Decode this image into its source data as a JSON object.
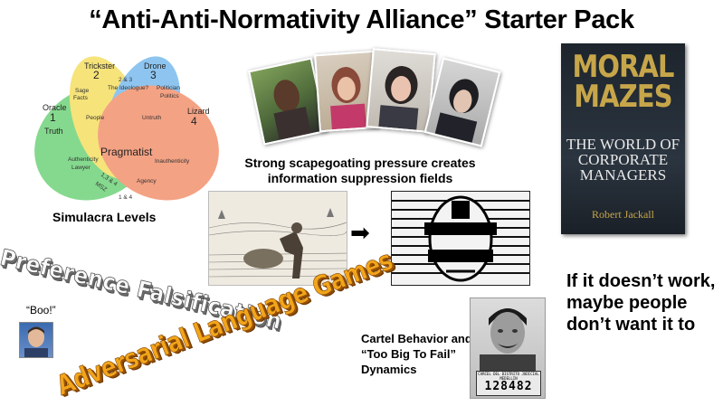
{
  "title": "“Anti-Anti-Normativity Alliance” Starter Pack",
  "venn": {
    "caption": "Simulacra Levels",
    "oracle": "Oracle",
    "oracle_num": "1",
    "truth": "Truth",
    "trickster": "Trickster",
    "trickster_num": "2",
    "drone": "Drone",
    "drone_num": "3",
    "lizard": "Lizard",
    "lizard_num": "4",
    "sage": "Sage",
    "facts": "Facts",
    "two_three": "2 & 3",
    "ideologue": "The Ideologue?",
    "politician": "Politician",
    "politics": "Politics",
    "people": "People",
    "untruth": "Untruth",
    "pragmatist": "Pragmatist",
    "authentic": "Authenticity",
    "lawyer": "Lawyer",
    "inauthenticity": "Inauthenticity",
    "one_three_four": "1,3 & 4",
    "msz": "MSZ",
    "agency": "Agency",
    "one_four": "1 & 4"
  },
  "scapegoat_caption": "Strong scapegoating pressure creates information suppression fields",
  "arrow": "➡",
  "book": {
    "title_line1": "MORAL",
    "title_line2": "MAZES",
    "subtitle": "THE WORLD OF CORPORATE MANAGERS",
    "author": "Robert Jackall"
  },
  "preference": "Preference Falsification",
  "boo": "“Boo!”",
  "adversarial": "Adversarial Language Games",
  "cartel": "Cartel Behavior and “Too Big To Fail” Dynamics",
  "mugshot": {
    "dept": "CARCEL DEL DISTRITO JUDICIAL",
    "city": "MEDELLIN",
    "number": "128482"
  },
  "closing": "If it doesn’t work, maybe people don’t want it to",
  "colors": {
    "oracle": "#3cc24a",
    "trickster": "#f2d22a",
    "drone": "#4aa3e8",
    "lizard": "#ee6a3a",
    "book_gold": "#c7a64a",
    "alg_orange": "#f2a51a"
  }
}
